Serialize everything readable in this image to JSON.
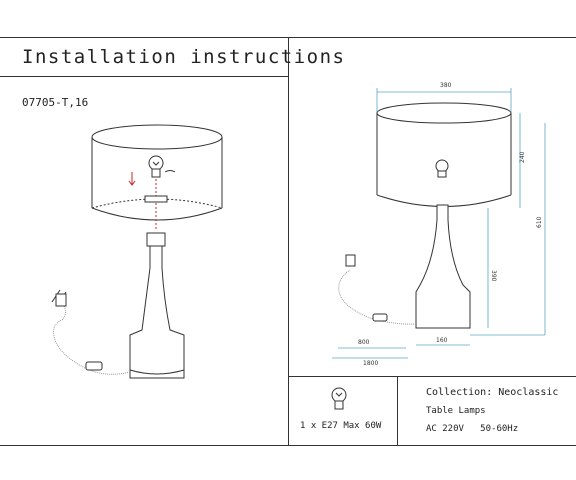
{
  "header": {
    "title": "Installation instructions"
  },
  "product": {
    "model": "07705-T,16"
  },
  "dimensions": {
    "shade_width": "380",
    "shade_height": "240",
    "total_height": "610",
    "base_height": "390",
    "base_width": "160",
    "cord_length_1": "800",
    "cord_length_2": "1800"
  },
  "bulb": {
    "spec": "1 x E27 Max 60W"
  },
  "info": {
    "collection": "Collection: Neoclassic",
    "category": "Table Lamps",
    "power": "AC 220V   50-60Hz"
  },
  "colors": {
    "dimension_lines": "#5aa6c4",
    "arrow_red": "#cc2222",
    "frame": "#333333"
  }
}
